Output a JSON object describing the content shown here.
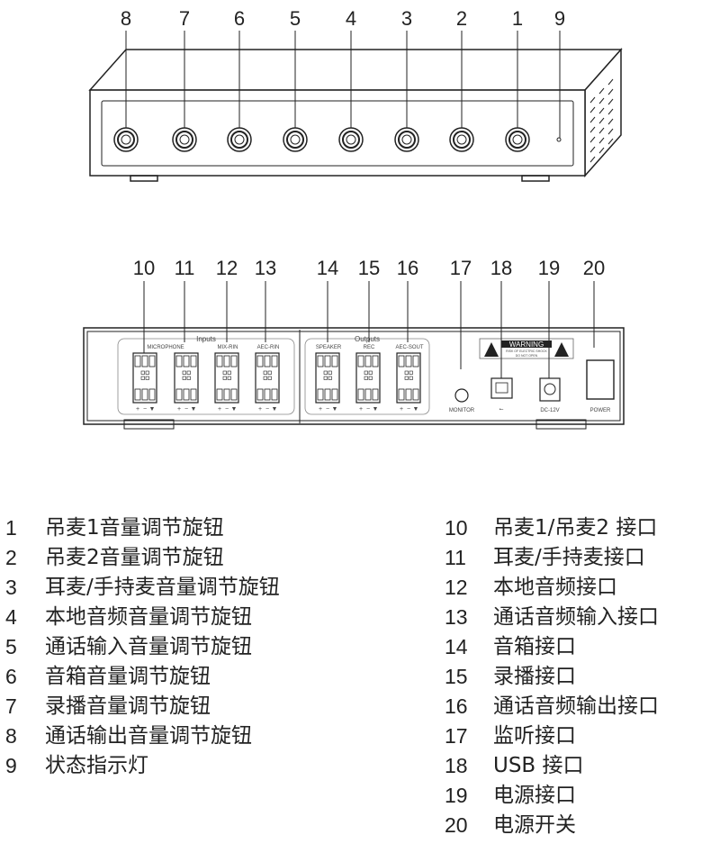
{
  "front_callouts": [
    "8",
    "7",
    "6",
    "5",
    "4",
    "3",
    "2",
    "1",
    "9"
  ],
  "back_callouts": [
    "10",
    "11",
    "12",
    "13",
    "14",
    "15",
    "16",
    "17",
    "18",
    "19",
    "20"
  ],
  "back_panel": {
    "inputs_label": "Inputs",
    "outputs_label": "Outputs",
    "connectors": [
      "MICROPHONE",
      "MIX-RIN",
      "AEC-RIN",
      "SPEAKER",
      "REC",
      "AEC-SOUT"
    ],
    "pins": [
      "+",
      "−",
      "▼"
    ],
    "warning_title": "WARNING",
    "warning_text_1": "RISK OF ELECTRIC SHOCK",
    "warning_text_2": "DO NOT OPEN",
    "monitor_label": "MONITOR",
    "dc_label": "DC-12V",
    "power_label": "POWER"
  },
  "legend_left": [
    {
      "num": "1",
      "text": "吊麦1音量调节旋钮"
    },
    {
      "num": "2",
      "text": "吊麦2音量调节旋钮"
    },
    {
      "num": "3",
      "text": "耳麦/手持麦音量调节旋钮"
    },
    {
      "num": "4",
      "text": "本地音频音量调节旋钮"
    },
    {
      "num": "5",
      "text": "通话输入音量调节旋钮"
    },
    {
      "num": "6",
      "text": "音箱音量调节旋钮"
    },
    {
      "num": "7",
      "text": "录播音量调节旋钮"
    },
    {
      "num": "8",
      "text": "通话输出音量调节旋钮"
    },
    {
      "num": "9",
      "text": "状态指示灯"
    }
  ],
  "legend_right": [
    {
      "num": "10",
      "text": "吊麦1/吊麦2 接口"
    },
    {
      "num": "11",
      "text": "耳麦/手持麦接口"
    },
    {
      "num": "12",
      "text": "本地音频接口"
    },
    {
      "num": "13",
      "text": "通话音频输入接口"
    },
    {
      "num": "14",
      "text": "音箱接口"
    },
    {
      "num": "15",
      "text": "录播接口"
    },
    {
      "num": "16",
      "text": "通话音频输出接口"
    },
    {
      "num": "17",
      "text": "监听接口"
    },
    {
      "num": "18",
      "text": "USB 接口"
    },
    {
      "num": "19",
      "text": "电源接口"
    },
    {
      "num": "20",
      "text": "电源开关"
    }
  ]
}
